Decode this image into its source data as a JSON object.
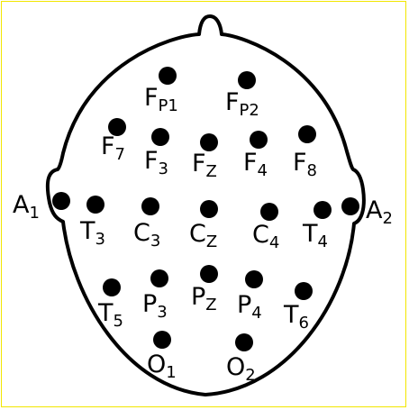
{
  "colors": {
    "background": "#ffffff",
    "border": "#f2e600",
    "ink": "#000000"
  },
  "electrodes": [
    {
      "id": "fp1",
      "base": "F",
      "sub": "P1"
    },
    {
      "id": "fp2",
      "base": "F",
      "sub": "P2"
    },
    {
      "id": "f7",
      "base": "F",
      "sub": "7"
    },
    {
      "id": "f3",
      "base": "F",
      "sub": "3"
    },
    {
      "id": "fz",
      "base": "F",
      "sub": "Z"
    },
    {
      "id": "f4",
      "base": "F",
      "sub": "4"
    },
    {
      "id": "f8",
      "base": "F",
      "sub": "8"
    },
    {
      "id": "a1",
      "base": "A",
      "sub": "1"
    },
    {
      "id": "t3",
      "base": "T",
      "sub": "3"
    },
    {
      "id": "c3",
      "base": "C",
      "sub": "3"
    },
    {
      "id": "cz",
      "base": "C",
      "sub": "Z"
    },
    {
      "id": "c4",
      "base": "C",
      "sub": "4"
    },
    {
      "id": "t4",
      "base": "T",
      "sub": "4"
    },
    {
      "id": "a2",
      "base": "A",
      "sub": "2"
    },
    {
      "id": "t5",
      "base": "T",
      "sub": "5"
    },
    {
      "id": "p3",
      "base": "P",
      "sub": "3"
    },
    {
      "id": "pz",
      "base": "P",
      "sub": "Z"
    },
    {
      "id": "p4",
      "base": "P",
      "sub": "4"
    },
    {
      "id": "t6",
      "base": "T",
      "sub": "6"
    },
    {
      "id": "o1",
      "base": "O",
      "sub": "1"
    },
    {
      "id": "o2",
      "base": "O",
      "sub": "2"
    }
  ]
}
